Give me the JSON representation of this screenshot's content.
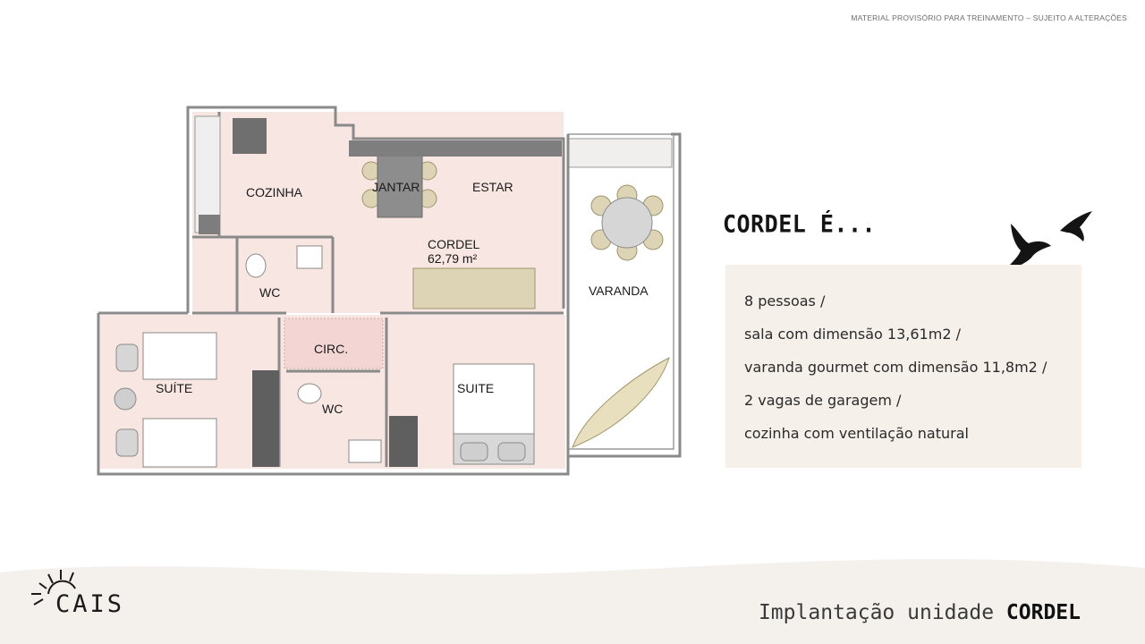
{
  "disclaimer": "MATERIAL PROVISÓRIO PARA TREINAMENTO – SUJEITO A ALTERAÇÕES",
  "plan": {
    "rooms": {
      "cozinha": "COZINHA",
      "jantar": "JANTAR",
      "estar": "ESTAR",
      "unit_name": "CORDEL",
      "unit_area": "62,79 m²",
      "wc1": "WC",
      "varanda": "VARANDA",
      "circ": "CIRC.",
      "suite_left": "SUÍTE",
      "suite_right": "SUITE",
      "wc2": "WC"
    }
  },
  "heading": "CORDEL É...",
  "features": [
    "8 pessoas /",
    "sala com dimensão 13,61m2 /",
    "varanda gourmet com dimensão 11,8m2 /",
    "2 vagas de garagem /",
    "cozinha com ventilação natural"
  ],
  "logo": "CAIS",
  "title": {
    "prefix": "Implantação unidade ",
    "emphasis": "CORDEL"
  },
  "colors": {
    "floor": "#f8e6e2",
    "wall": "#7a7a7a",
    "sofa": "#ddd4b5",
    "card": "#f5f0ea",
    "wave": "#f4f0ec"
  }
}
